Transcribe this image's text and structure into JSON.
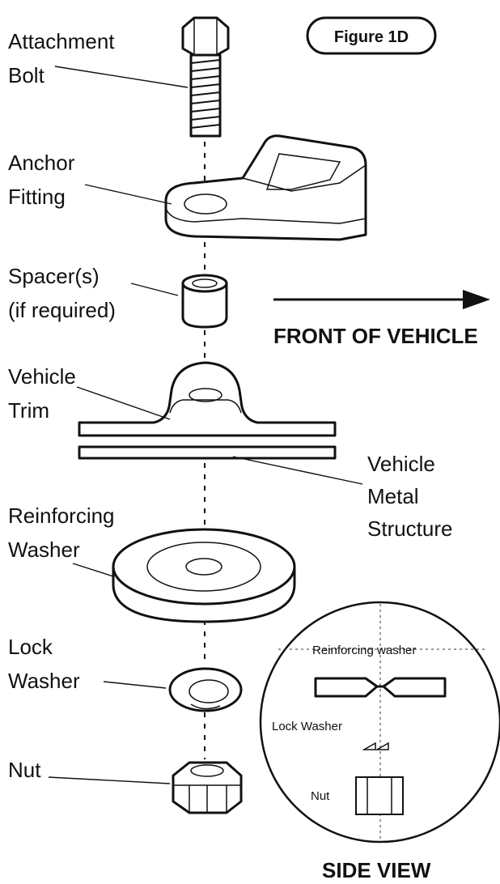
{
  "figure_label": "Figure 1D",
  "direction_label": "FRONT OF VEHICLE",
  "parts": {
    "bolt": [
      "Attachment",
      "Bolt"
    ],
    "anchor": [
      "Anchor",
      "Fitting"
    ],
    "spacer": [
      "Spacer(s)",
      "(if required)"
    ],
    "trim": [
      "Vehicle",
      "Trim"
    ],
    "metal": [
      "Vehicle",
      "Metal",
      "Structure"
    ],
    "reinforcing_washer": [
      "Reinforcing",
      "Washer"
    ],
    "lock_washer": [
      "Lock",
      "Washer"
    ],
    "nut": [
      "Nut"
    ]
  },
  "side_view": {
    "title": "SIDE VIEW",
    "reinforcing_washer": "Reinforcing washer",
    "lock_washer": "Lock Washer",
    "nut": "Nut"
  }
}
